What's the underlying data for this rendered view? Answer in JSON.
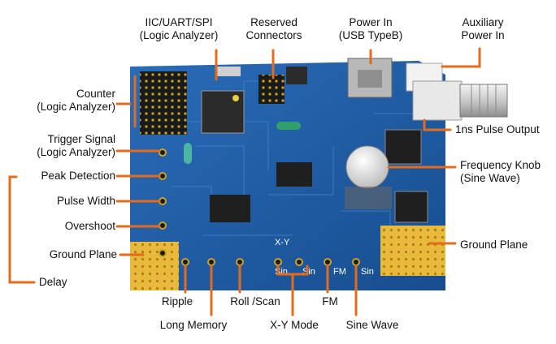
{
  "colors": {
    "board": "#1f5fa8",
    "callout": "#e46b1b",
    "gold_pad": "#e8b93a"
  },
  "labels": {
    "iic_uart_spi": {
      "line1": "IIC/UART/SPI",
      "line2": "(Logic Analyzer)"
    },
    "reserved": {
      "line1": "Reserved",
      "line2": "Connectors"
    },
    "power_in": {
      "line1": "Power In",
      "line2": "(USB TypeB)"
    },
    "aux_power": {
      "line1": "Auxiliary",
      "line2": "Power In"
    },
    "counter": {
      "line1": "Counter",
      "line2": "(Logic Analyzer)"
    },
    "trigger": {
      "line1": "Trigger Signal",
      "line2": "(Logic Analyzer)"
    },
    "peak_detection": "Peak Detection",
    "pulse_width": "Pulse Width",
    "overshoot": "Overshoot",
    "ground_plane_left": "Ground Plane",
    "delay": "Delay",
    "ripple": "Ripple",
    "long_memory": "Long Memory",
    "roll_scan": "Roll /Scan",
    "xy_mode": "X-Y Mode",
    "fm": "FM",
    "sine_wave": "Sine Wave",
    "pulse_output": "1ns Pulse Output",
    "freq_knob": {
      "line1": "Frequency Knob",
      "line2": "(Sine Wave)"
    },
    "ground_plane_right": "Ground Plane"
  },
  "silkscreen": {
    "xy": "X-Y",
    "sin1": "Sin",
    "sin2": "Sin",
    "fm": "FM",
    "sin3": "Sin"
  }
}
